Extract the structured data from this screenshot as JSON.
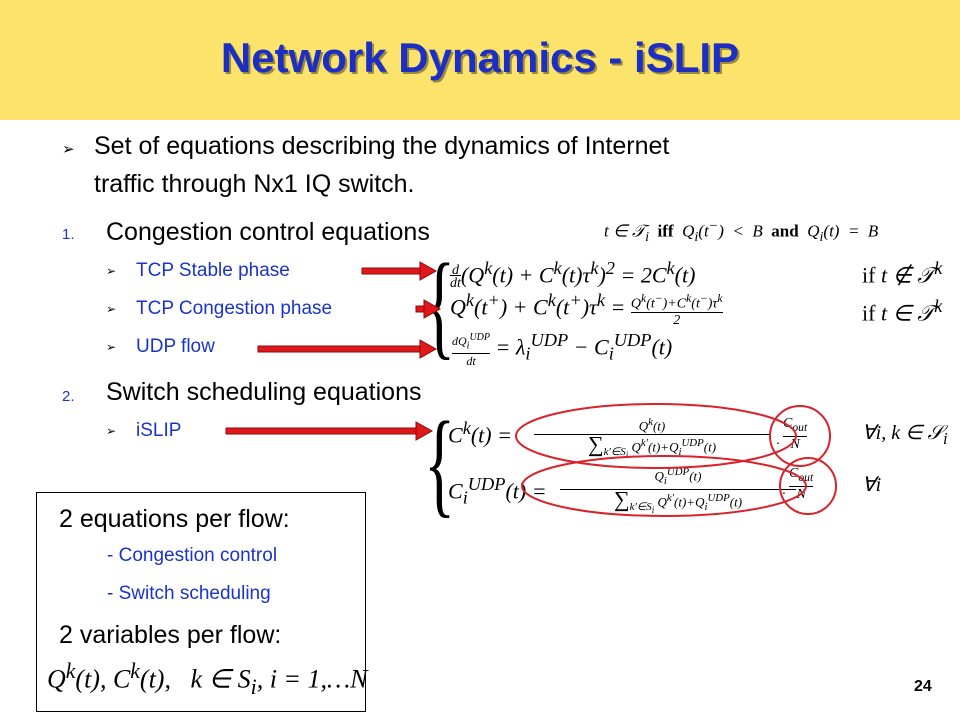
{
  "slide": {
    "title": "Network Dynamics - iSLIP",
    "page_number": "24"
  },
  "content": {
    "intro_bullet": "Set of equations describing the dynamics of Internet traffic through Nx1 IQ switch.",
    "intro_line1": "Set of equations describing the dynamics of Internet",
    "intro_line2": "traffic through Nx1 IQ switch.",
    "section1": {
      "number": "1.",
      "label": "Congestion control equations"
    },
    "section1_items": [
      "TCP Stable phase",
      "TCP Congestion phase",
      "UDP flow"
    ],
    "section2": {
      "number": "2.",
      "label": "Switch scheduling equations"
    },
    "section2_items": [
      "iSLIP"
    ]
  },
  "equations": {
    "condition": "t ∈ T_i iff Q_i(t⁻) < B and Q_i(t) = B",
    "tcp_stable": "d/dt (Q^k(t) + C^k(t)τ^k)² = 2C^k(t)    if t ∉ T^k",
    "tcp_congestion": "Q^k(t⁺) + C^k(t⁺)τ^k = (Q^k(t⁻)+C^k(t⁻)τ^k)/2    if t ∈ T^k",
    "udp": "dQ_i^UDP/dt = λ_i^UDP − C_i^UDP(t)",
    "islip_tcp": "C^k(t) = Q^k(t) / Σ_{k'∈S_i} Q^{k'}(t)+Q_i^UDP(t) · C_out/N    ∀i, k ∈ S_i",
    "islip_udp": "C_i^UDP(t) = Q_i^UDP(t) / Σ_{k'∈S_i} Q^{k'}(t)+Q_i^UDP(t) · C_out/N    ∀i"
  },
  "summary_box": {
    "equations_title": "2 equations per flow:",
    "equation_items": [
      "- Congestion control",
      "- Switch scheduling"
    ],
    "variables_title": "2 variables per flow:",
    "variables_formula": "Q^k(t), C^k(t),  k ∈ S_i, i = 1,…N"
  },
  "colors": {
    "title_bar": "#fbe36c",
    "title_text": "#1d2ec4",
    "sub_text": "#1a33c8",
    "arrow": "#e0181b",
    "ellipse": "#d9222a"
  }
}
